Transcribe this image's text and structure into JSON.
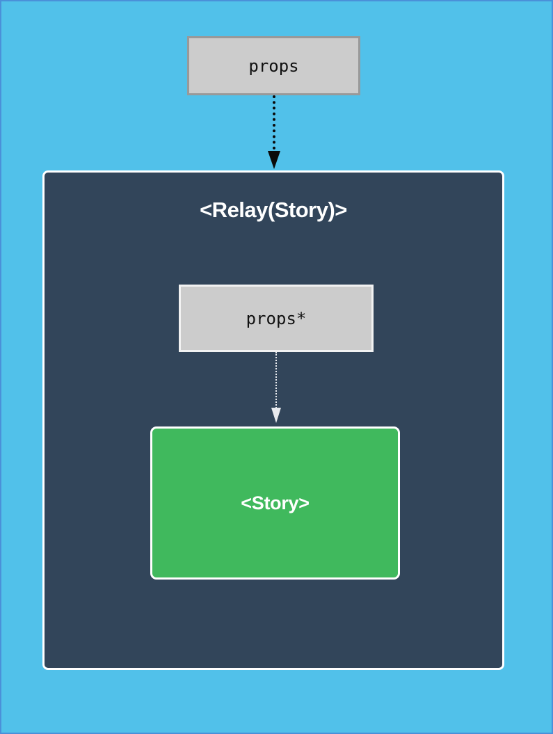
{
  "diagram": {
    "title": "Relay Story component props flow",
    "background_color": "#51c1ea",
    "border_color": "#4a90d9",
    "outer_props_box": {
      "label": "props",
      "fill_color": "#cccccc",
      "border_color": "#999999",
      "text_color": "#111111"
    },
    "outer_arrow": {
      "name": "props-to-relay-arrow",
      "style": "dotted",
      "color": "#0b0b0b",
      "direction": "down"
    },
    "relay_panel": {
      "title": "<Relay(Story)>",
      "fill_color": "#32455a",
      "border_color": "#ffffff",
      "title_color": "#ffffff",
      "inner_props_box": {
        "label": "props*",
        "fill_color": "#cccccc",
        "border_color": "#f2f2f2",
        "text_color": "#111111"
      },
      "inner_arrow": {
        "name": "props-star-to-story-arrow",
        "style": "dotted",
        "color": "#e8eaee",
        "direction": "down"
      },
      "story_box": {
        "label": "<Story>",
        "fill_color": "#40b95d",
        "border_color": "#ffffff",
        "text_color": "#ffffff"
      }
    }
  }
}
